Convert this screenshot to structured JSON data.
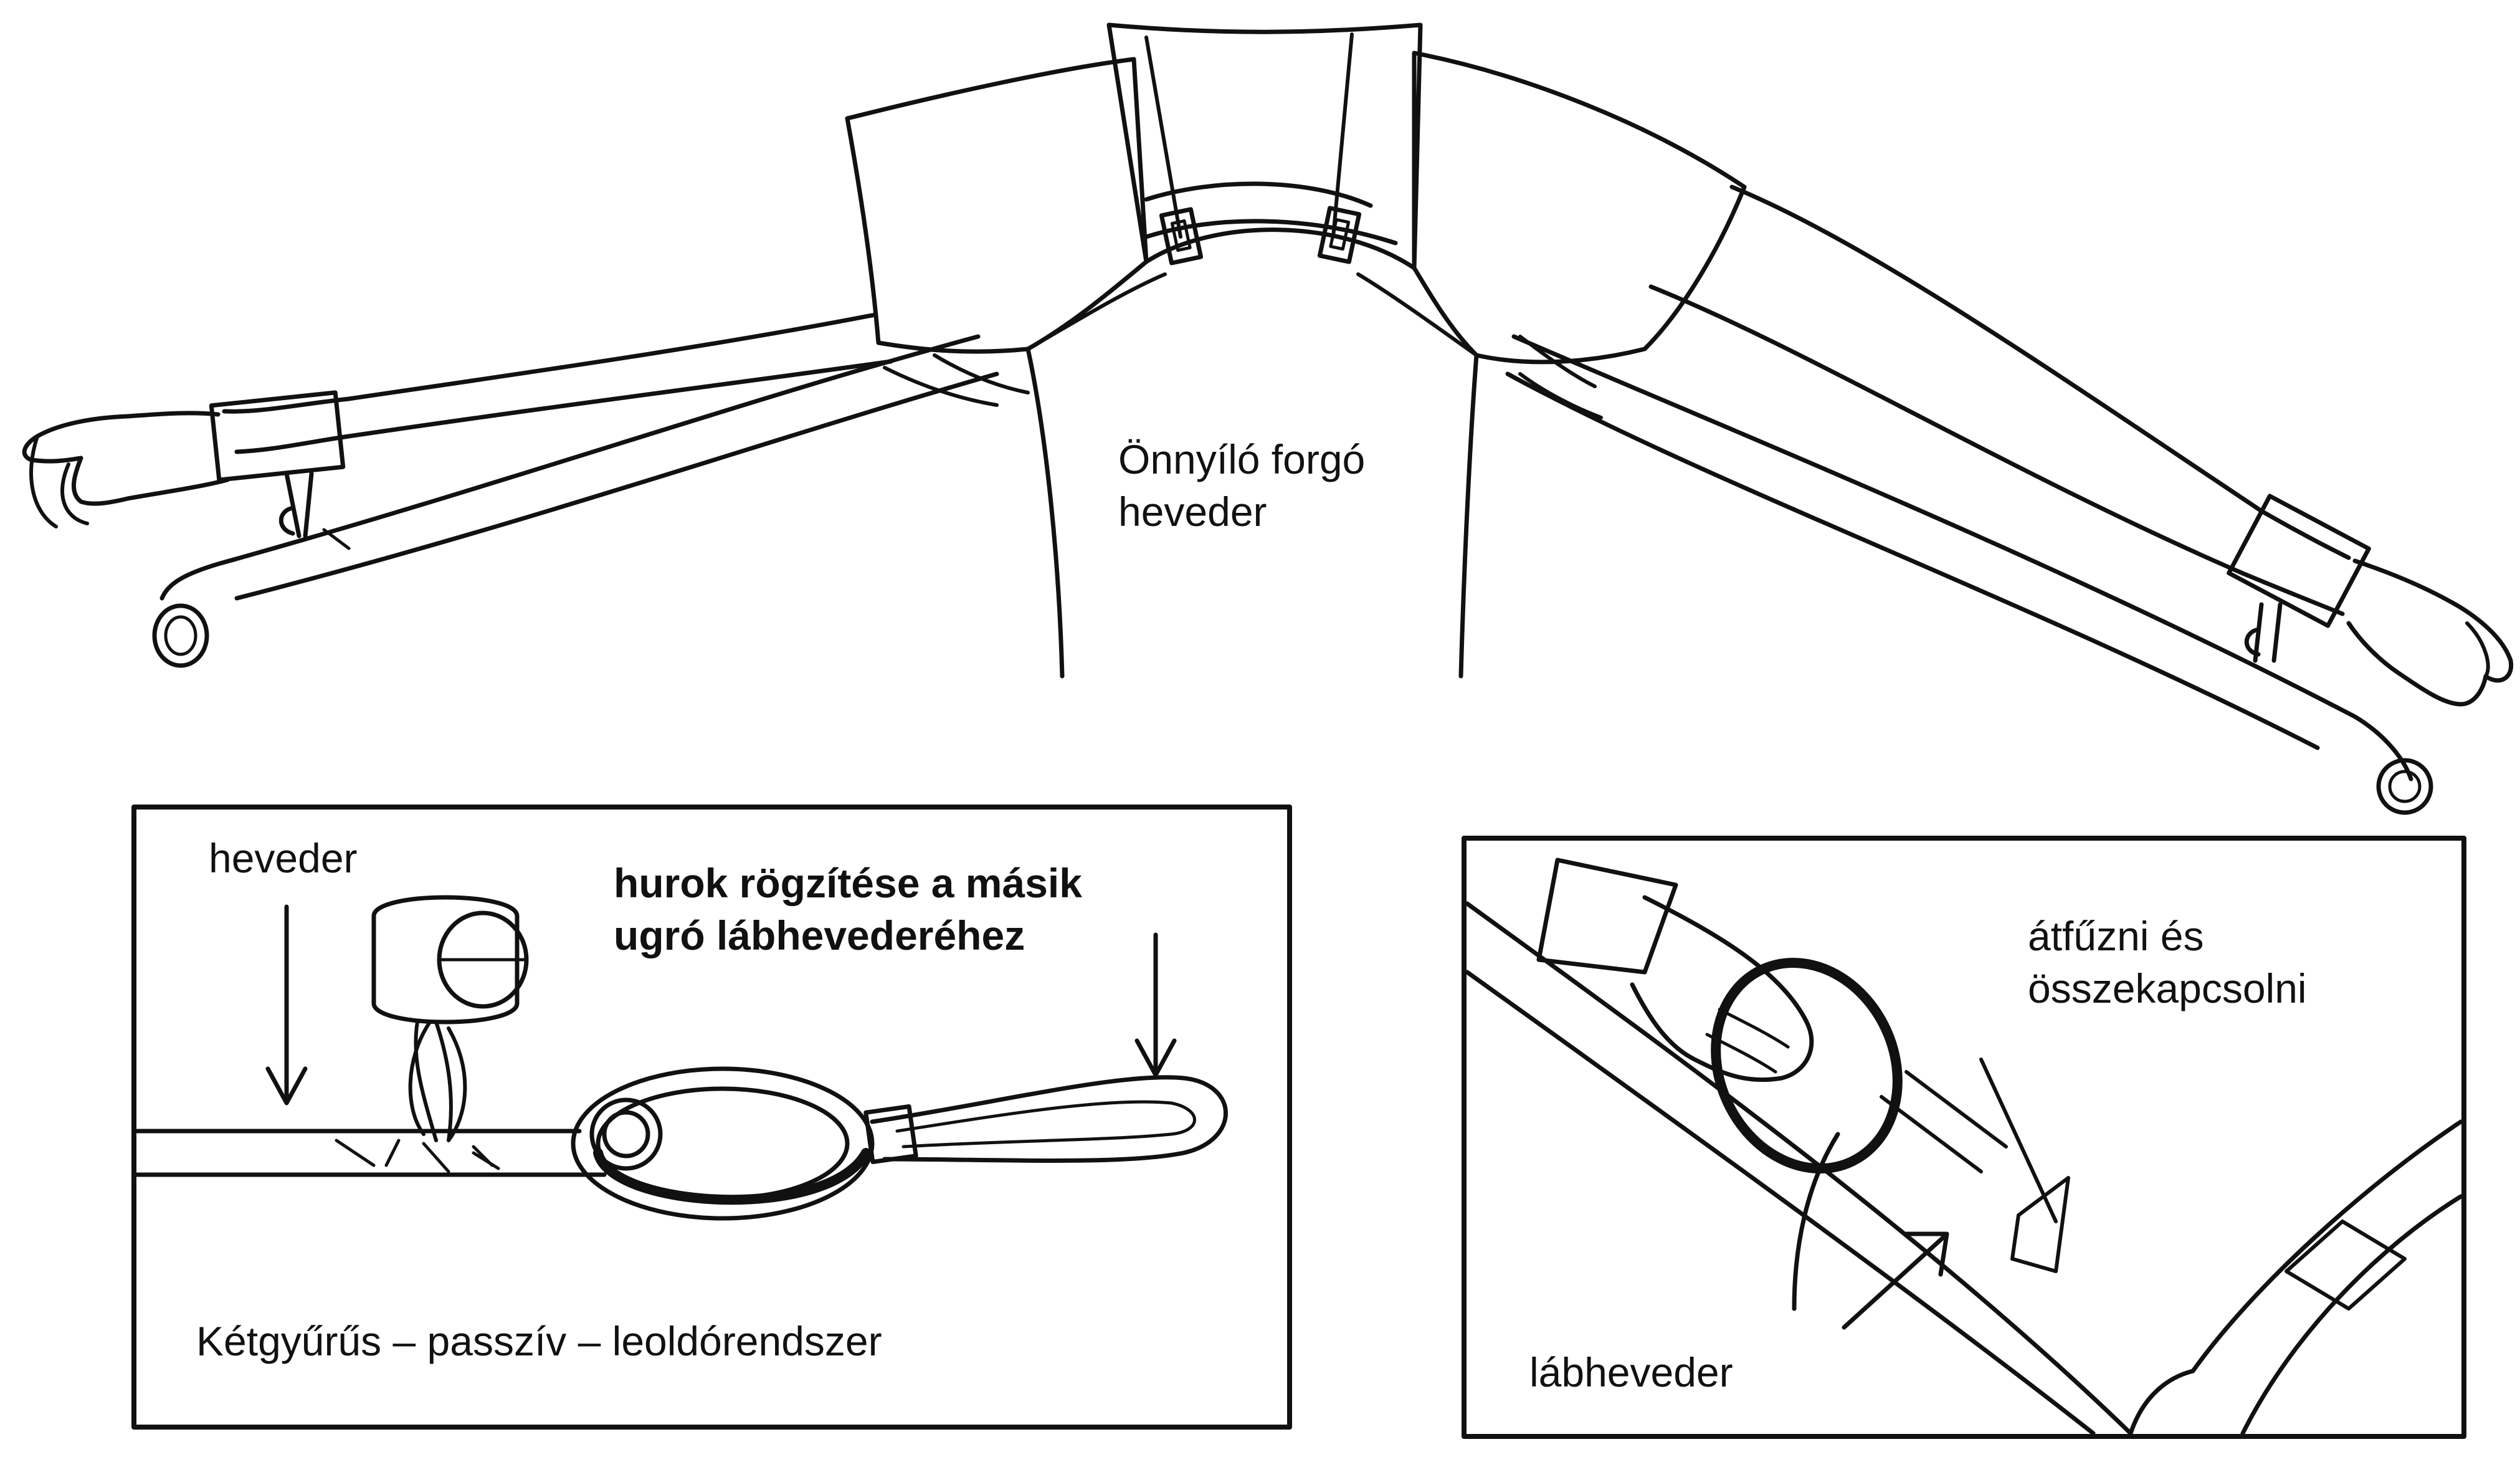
{
  "colors": {
    "ink": "#111111",
    "paper": "#ffffff"
  },
  "top": {
    "label_line1": "Önnyíló forgó",
    "label_line2": "heveder"
  },
  "left_panel": {
    "label_heveder": "heveder",
    "label_hurok_line1": "hurok rögzítése a másik",
    "label_hurok_line2": "ugró lábhevederéhez",
    "caption": "Kétgyűrűs – passzív – leoldórendszer"
  },
  "right_panel": {
    "label_line1": "átfűzni és",
    "label_line2": "összekapcsolni",
    "label_labheveder": "lábheveder"
  }
}
